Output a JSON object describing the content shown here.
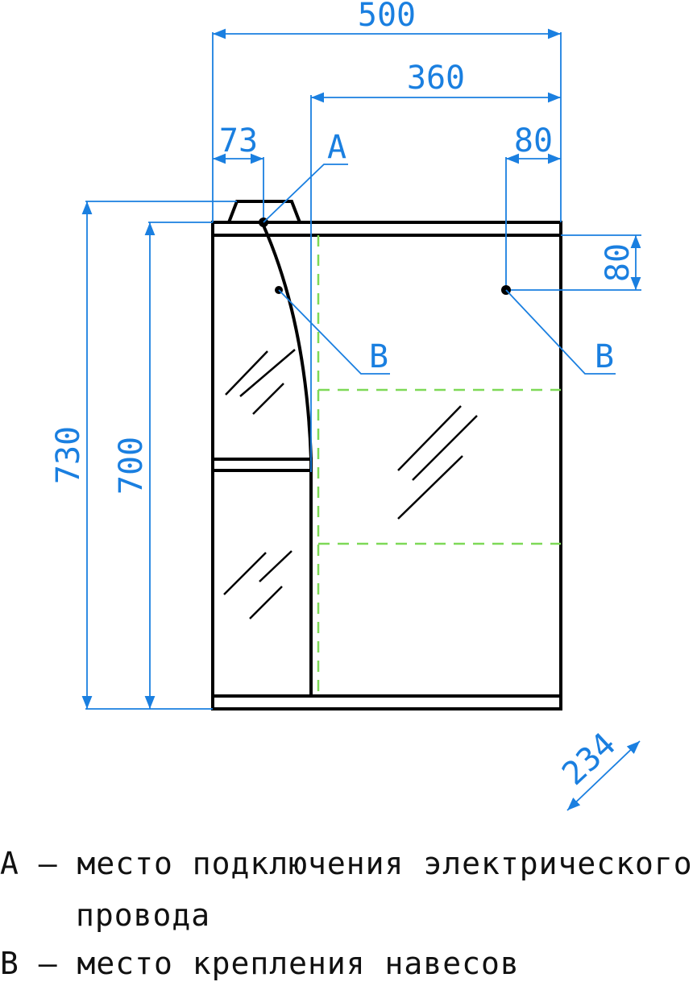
{
  "dimensions": {
    "overall_width": "500",
    "inner_width": "360",
    "left_offset": "73",
    "right_offset": "80",
    "overall_height": "730",
    "body_height": "700",
    "hanger_drop": "80",
    "depth": "234"
  },
  "callouts": {
    "a": "A",
    "b_left": "B",
    "b_right": "B"
  },
  "legend": {
    "line1": "A – место подключения электрического",
    "line1_cont": "провода",
    "line2": "B – место крепления навесов"
  },
  "colors": {
    "dimension": "#1a7fe0",
    "outline": "#000000",
    "hidden_edge": "#7ed957"
  }
}
